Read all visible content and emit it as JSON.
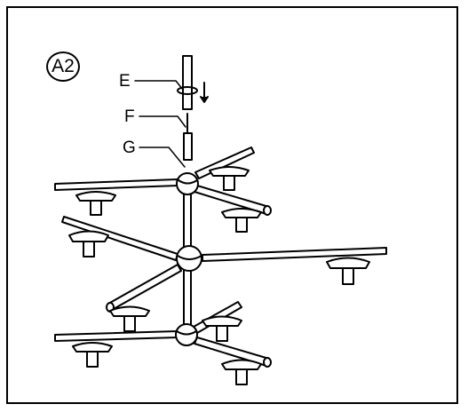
{
  "figure": {
    "step_badge": "A2",
    "labels": {
      "e": "E",
      "f": "F",
      "g": "G"
    },
    "line_color": "#000000"
  }
}
